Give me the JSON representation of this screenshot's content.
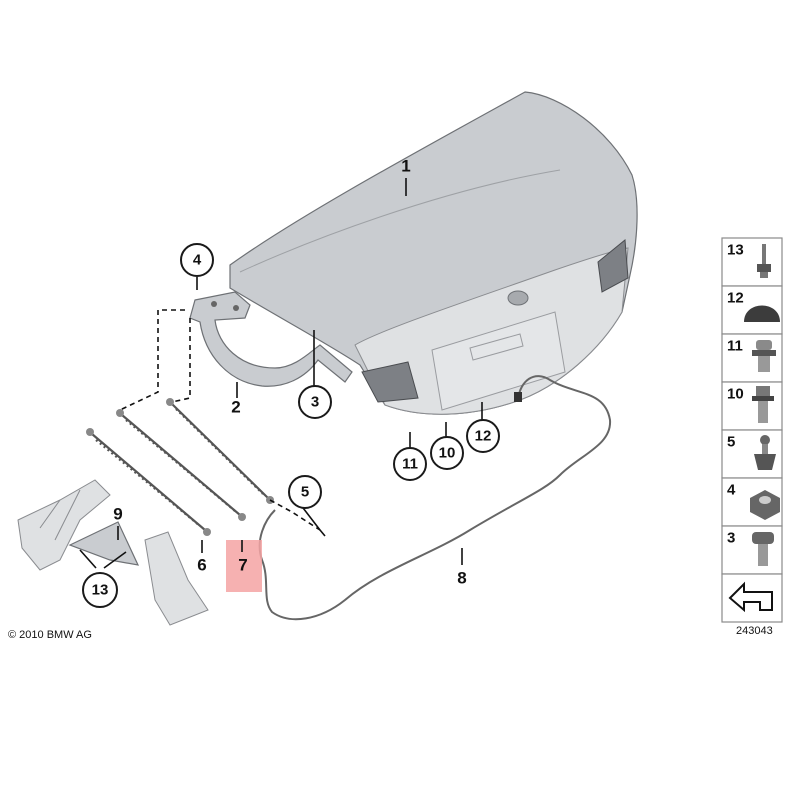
{
  "diagram": {
    "callouts": {
      "c1": "1",
      "c2": "2",
      "c3": "3",
      "c4": "4",
      "c5": "5",
      "c6": "6",
      "c7": "7",
      "c8": "8",
      "c9": "9",
      "c10": "10",
      "c11": "11",
      "c12": "12",
      "c13": "13"
    },
    "highlight_color": "#f4a3a3"
  },
  "legend": {
    "items": [
      "13",
      "12",
      "11",
      "10",
      "5",
      "4",
      "3"
    ],
    "icons": [
      "bolt-icon",
      "dome-cap-icon",
      "clip-icon",
      "stud-icon",
      "ball-stud-icon",
      "nut-icon",
      "screw-icon"
    ]
  },
  "footer": {
    "copyright": "© 2010 BMW AG",
    "diagram_id": "243043"
  }
}
